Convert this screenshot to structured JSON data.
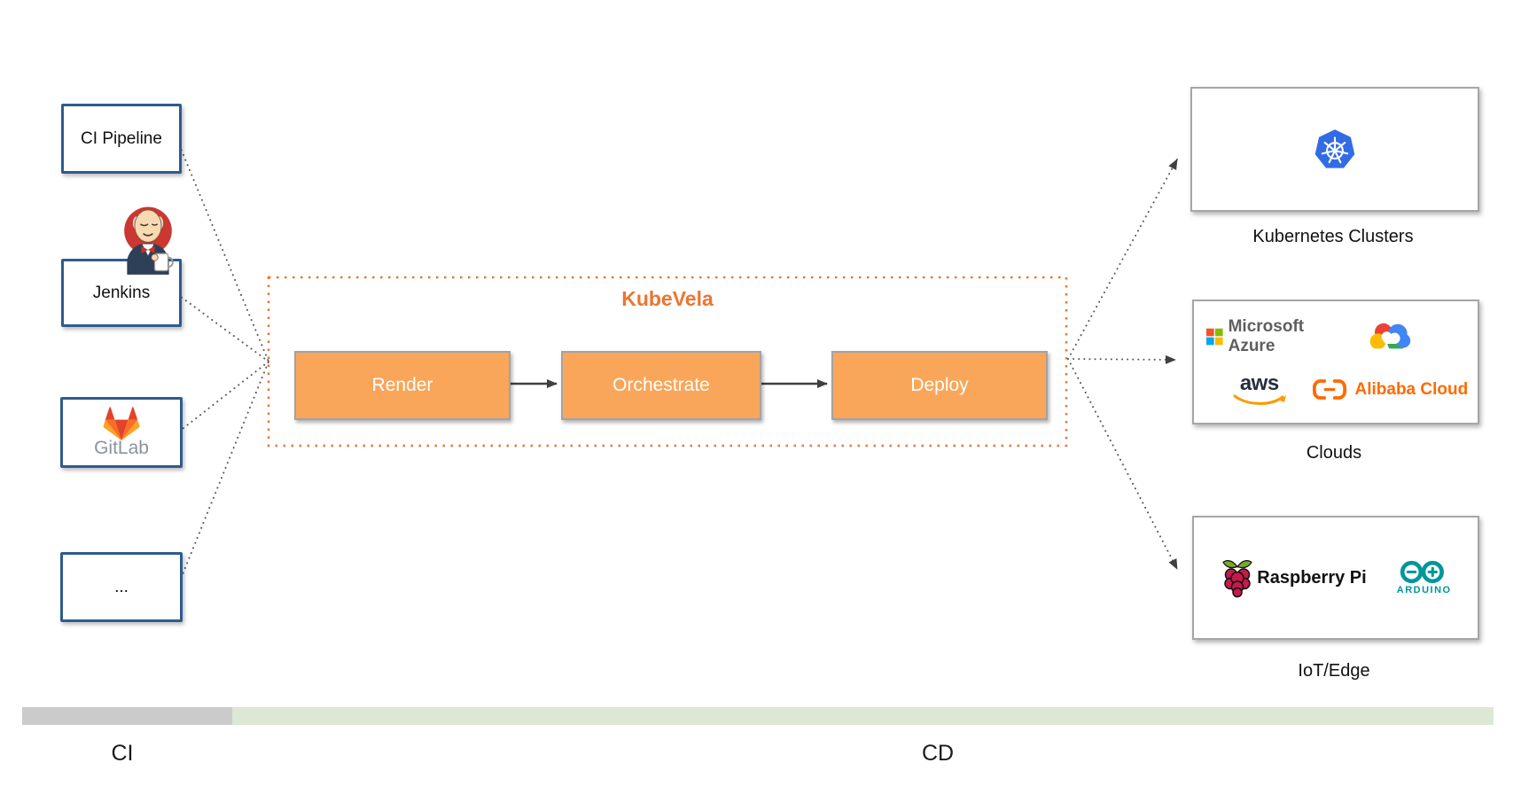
{
  "diagram": {
    "kubevela_title": "KubeVela",
    "stages": [
      {
        "label": "Render"
      },
      {
        "label": "Orchestrate"
      },
      {
        "label": "Deploy"
      }
    ]
  },
  "ci_sources": [
    {
      "label": "CI Pipeline"
    },
    {
      "label": "Jenkins"
    },
    {
      "label": "GitLab"
    },
    {
      "label": "..."
    }
  ],
  "targets": {
    "kubernetes": {
      "label": "Kubernetes Clusters"
    },
    "clouds": {
      "label": "Clouds",
      "azure": "Microsoft Azure",
      "aws": "aws",
      "alibaba": "Alibaba Cloud"
    },
    "iot": {
      "label": "IoT/Edge",
      "raspberry": "Raspberry Pi",
      "arduino": "ARDUINO"
    }
  },
  "footer": {
    "ci": "CI",
    "cd": "CD"
  },
  "colors": {
    "source_box_border": "#2F5B8F",
    "stage_fill": "#F9A65A",
    "stage_border": "#A3A3A3",
    "accent_orange": "#ED7431",
    "connector_gray": "#595959",
    "arrow_dark": "#404040",
    "target_box_border": "#A6A6A6",
    "ci_bar": "#CBCBCB",
    "cd_bar": "#DCE8D4",
    "kubernetes_blue": "#326CE5",
    "alibaba_orange": "#FF6A00",
    "aws_smile_orange": "#FF9900",
    "arduino_teal": "#00979C",
    "raspberry_red": "#C51A4A",
    "gitlab_orange": "#FC6D26"
  }
}
